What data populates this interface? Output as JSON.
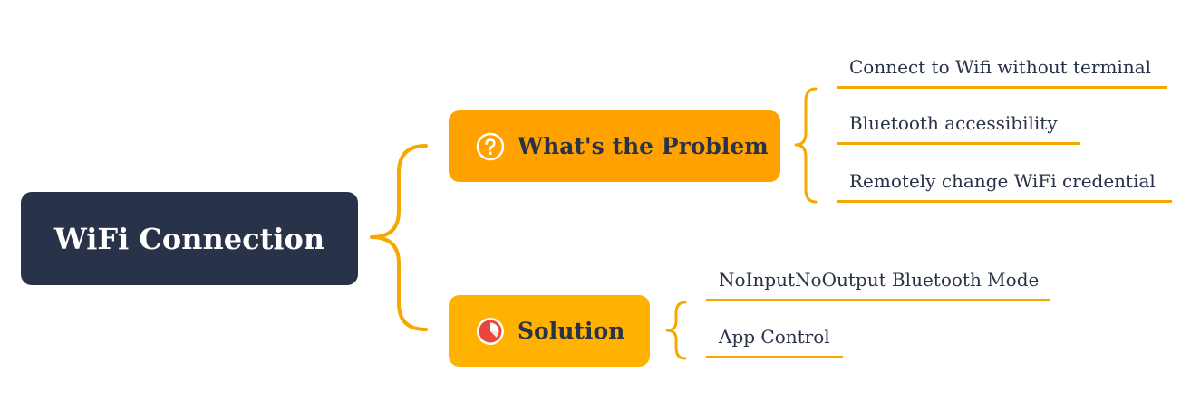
{
  "diagram": {
    "root": {
      "label": "WiFi Connection",
      "color": "#283249"
    },
    "accent_color": "#F5A800",
    "branches": [
      {
        "label": "What's the Problem",
        "icon": "question-circle-icon",
        "color": "#FFA200",
        "children": [
          "Connect to Wifi without terminal",
          "Bluetooth accessibility",
          "Remotely change WiFi credential"
        ]
      },
      {
        "label": "Solution",
        "icon": "pie-chart-icon",
        "icon_color": "#E8473E",
        "color": "#FFB300",
        "children": [
          "NoInputNoOutput Bluetooth Mode",
          "App Control"
        ]
      }
    ]
  }
}
